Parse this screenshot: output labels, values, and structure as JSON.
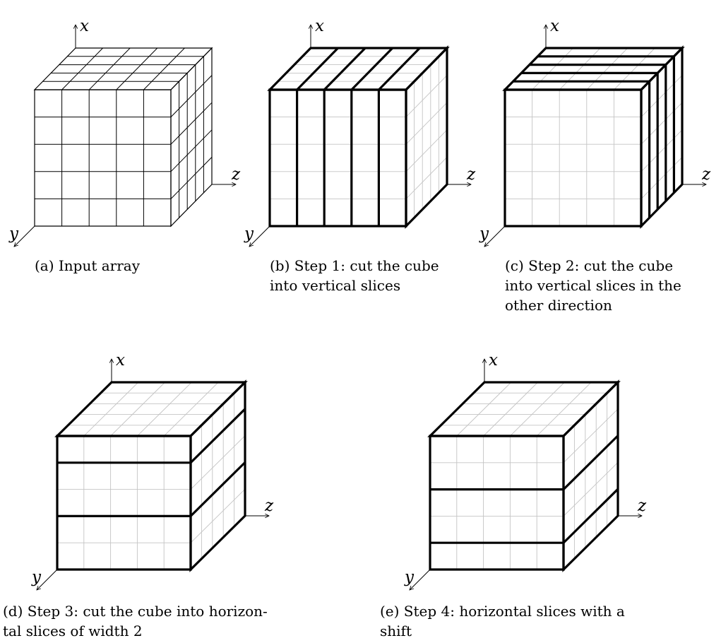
{
  "axes": {
    "x": "x",
    "y": "y",
    "z": "z"
  },
  "grid_size": 5,
  "panels": [
    {
      "id": "a",
      "caption": [
        "(a) Input array"
      ],
      "cuts": {
        "type": "none"
      }
    },
    {
      "id": "b",
      "caption": [
        "(b) Step 1: cut the cube",
        "into vertical slices"
      ],
      "cuts": {
        "type": "vertical-front",
        "count": 5
      }
    },
    {
      "id": "c",
      "caption": [
        "(c) Step 2: cut the cube",
        "into vertical slices in the",
        "other direction"
      ],
      "cuts": {
        "type": "vertical-depth",
        "count": 5
      }
    },
    {
      "id": "d",
      "caption": [
        "(d) Step 3: cut the cube into horizon-",
        "tal slices of width 2"
      ],
      "cuts": {
        "type": "horizontal",
        "at": [
          1,
          3
        ]
      }
    },
    {
      "id": "e",
      "caption": [
        "(e) Step 4: horizontal slices with a",
        "shift"
      ],
      "cuts": {
        "type": "horizontal",
        "at": [
          2,
          4
        ]
      }
    }
  ]
}
